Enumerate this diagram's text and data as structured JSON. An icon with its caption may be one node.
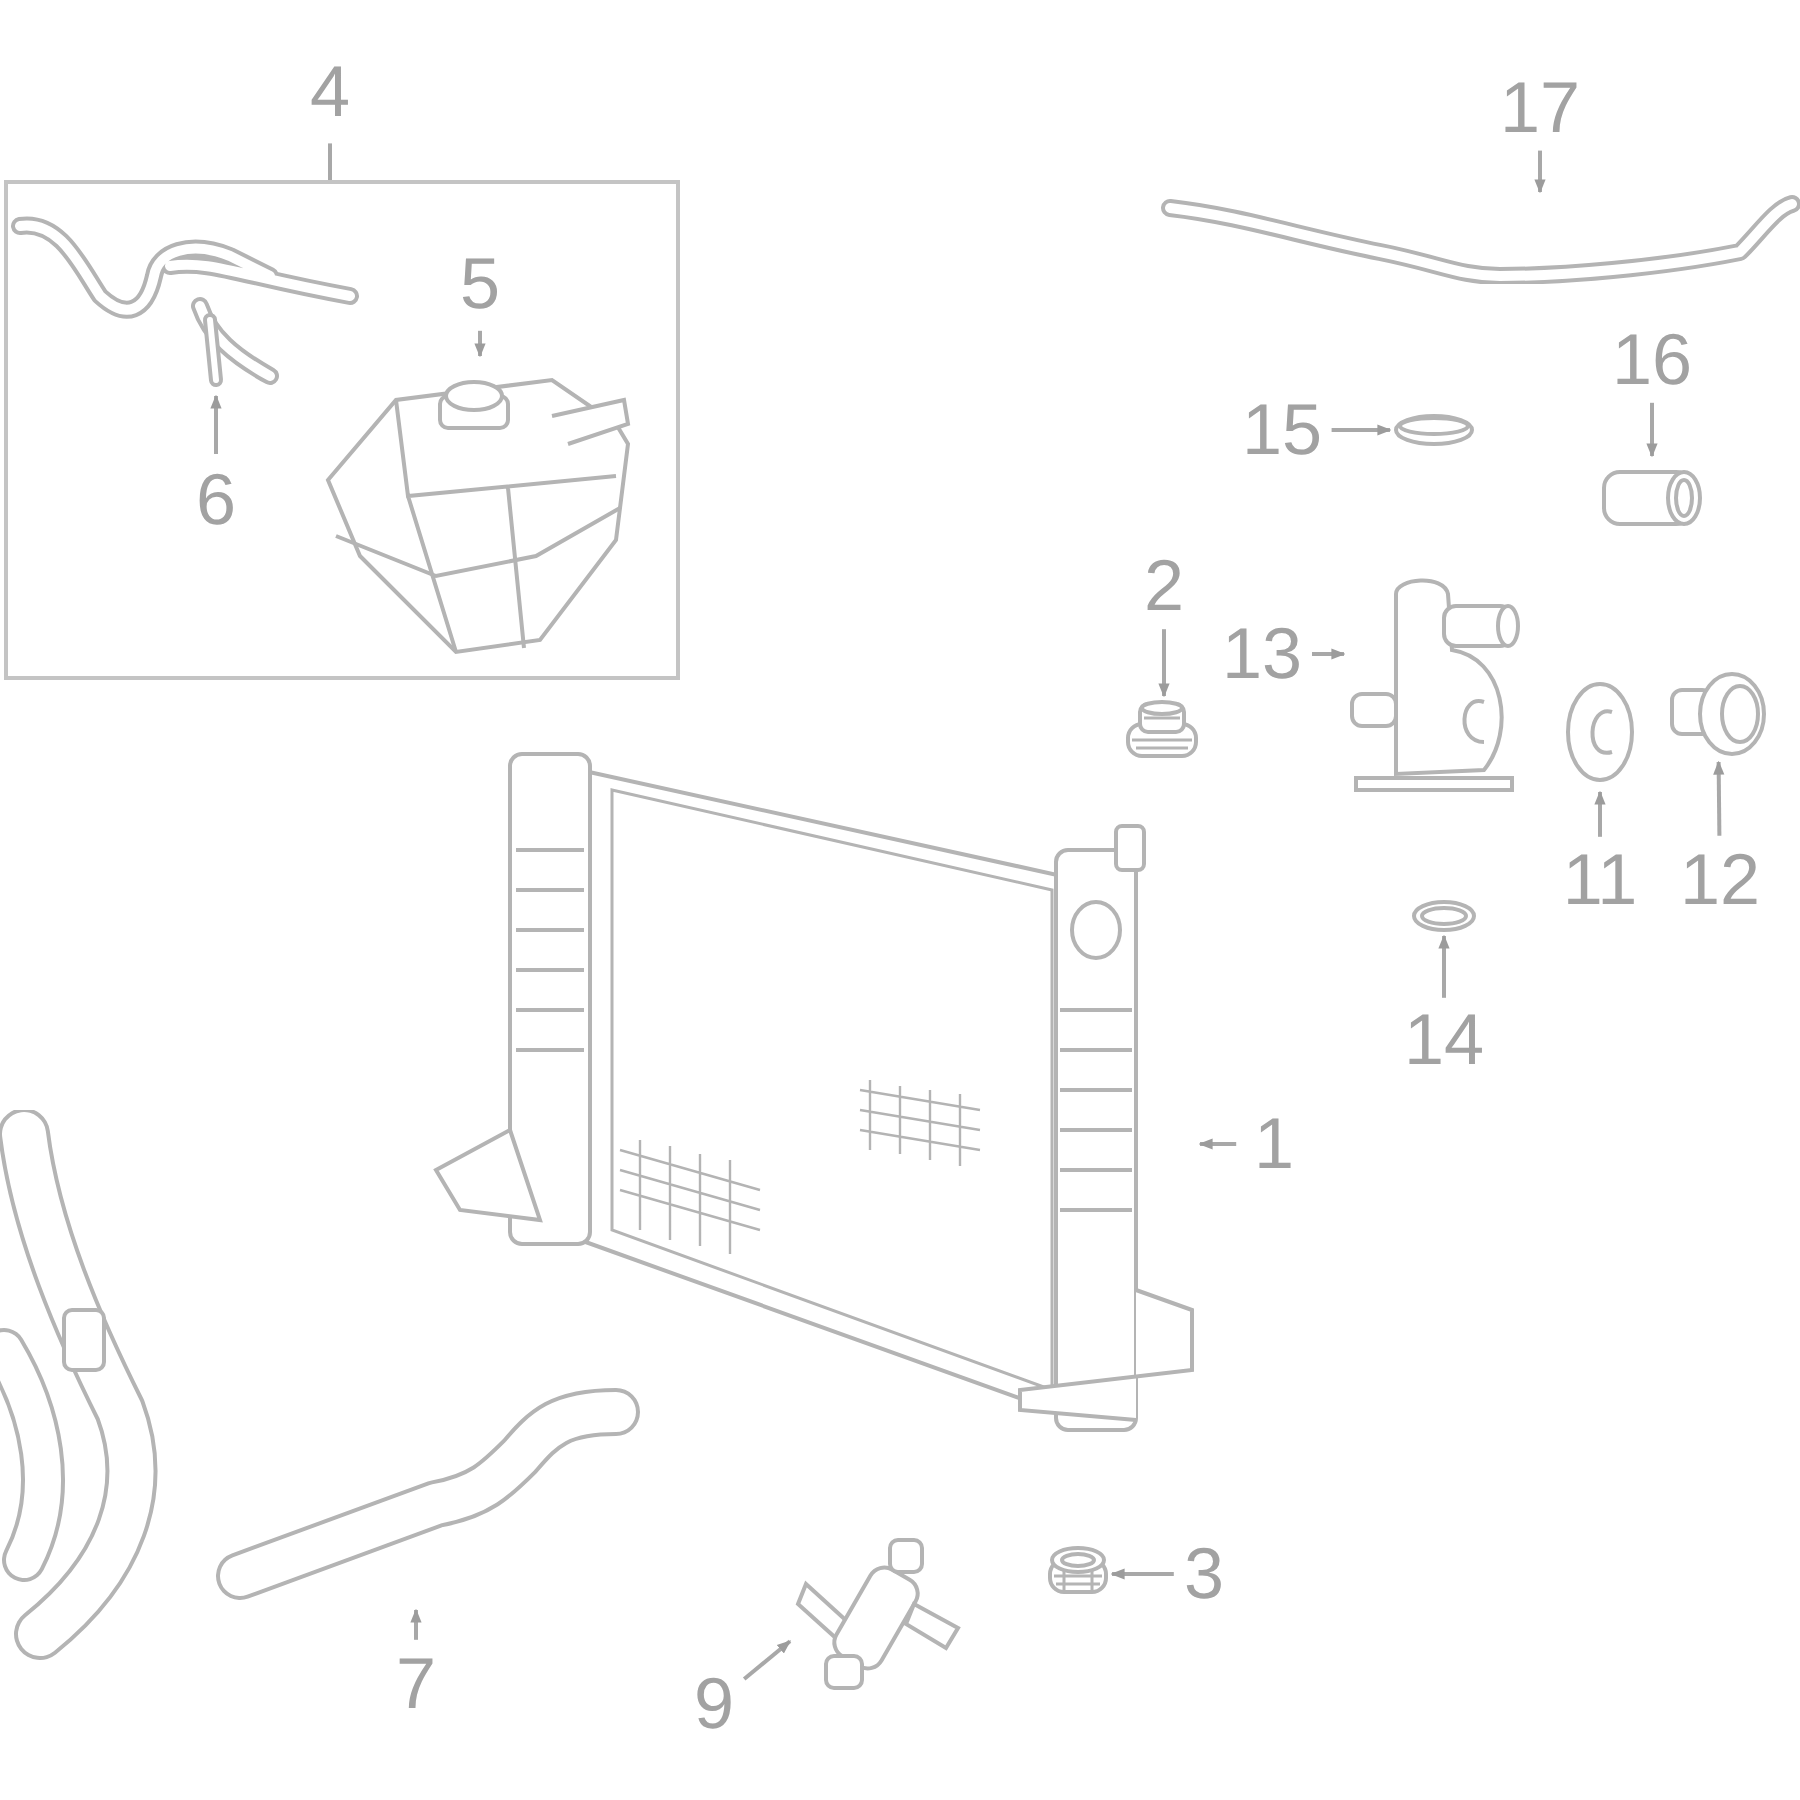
{
  "diagram": {
    "nodes": [
      {
        "text": [
          "4"
        ]
      },
      {
        "text": [],
        "shape": "box"
      },
      {
        "text": [
          "5"
        ],
        "in": 1
      },
      {
        "text": [],
        "shape": "picture",
        "in": 1
      },
      {
        "text": [
          "6"
        ],
        "in": 1
      },
      {
        "text": [],
        "shape": "picture",
        "in": 1
      },
      {
        "text": [
          "17"
        ]
      },
      {
        "text": [],
        "shape": "picture"
      },
      {
        "text": [
          "16"
        ]
      },
      {
        "text": [],
        "shape": "picture"
      },
      {
        "text": [
          "15"
        ]
      },
      {
        "text": [],
        "shape": "picture"
      },
      {
        "text": [
          "2"
        ]
      },
      {
        "text": [],
        "shape": "picture"
      },
      {
        "text": [
          "13"
        ]
      },
      {
        "text": [],
        "shape": "picture"
      },
      {
        "text": [
          "11"
        ]
      },
      {
        "text": [],
        "shape": "picture"
      },
      {
        "text": [
          "12"
        ]
      },
      {
        "text": [],
        "shape": "picture"
      },
      {
        "text": [
          "14"
        ]
      },
      {
        "text": [],
        "shape": "picture"
      },
      {
        "text": [
          "1"
        ]
      },
      {
        "text": [],
        "shape": "picture"
      },
      {
        "text": [
          "3"
        ]
      },
      {
        "text": [],
        "shape": "picture"
      },
      {
        "text": [
          "7"
        ]
      },
      {
        "text": [],
        "shape": "picture"
      },
      {
        "text": [
          "9"
        ]
      },
      {
        "text": [],
        "shape": "picture"
      }
    ],
    "edges": [
      {
        "from": 0,
        "to": 1,
        "arrow": "none"
      },
      {
        "from": 2,
        "to": 3,
        "arrow": "to"
      },
      {
        "from": 4,
        "to": 5,
        "arrow": "to"
      },
      {
        "from": 6,
        "to": 7,
        "arrow": "to"
      },
      {
        "from": 8,
        "to": 9,
        "arrow": "to"
      },
      {
        "from": 10,
        "to": 11,
        "arrow": "to"
      },
      {
        "from": 12,
        "to": 13,
        "arrow": "to"
      },
      {
        "from": 14,
        "to": 15,
        "arrow": "to"
      },
      {
        "from": 16,
        "to": 17,
        "arrow": "to"
      },
      {
        "from": 18,
        "to": 19,
        "arrow": "to"
      },
      {
        "from": 20,
        "to": 21,
        "arrow": "to"
      },
      {
        "from": 22,
        "to": 23,
        "arrow": "to"
      },
      {
        "from": 24,
        "to": 25,
        "arrow": "to"
      },
      {
        "from": 26,
        "to": 27,
        "arrow": "to"
      },
      {
        "from": 28,
        "to": 29,
        "arrow": "to"
      }
    ]
  }
}
